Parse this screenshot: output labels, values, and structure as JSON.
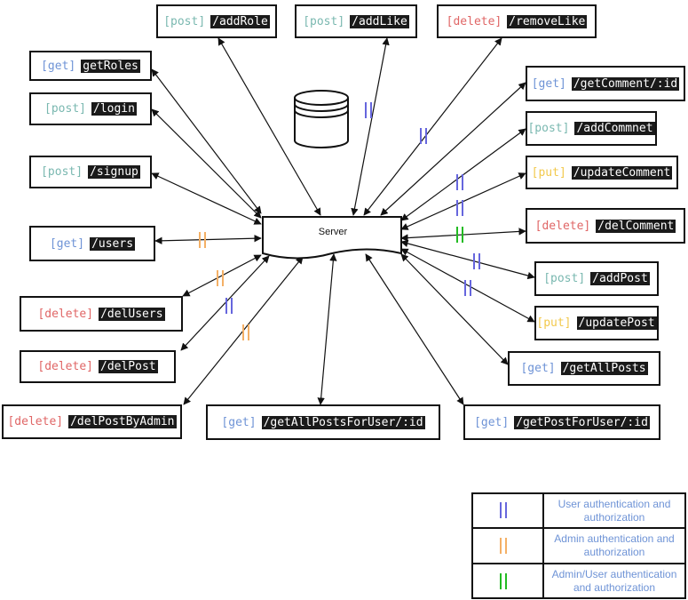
{
  "server": {
    "label": "Server"
  },
  "colors": {
    "get": "#6e93d6",
    "post": "#7ab8b0",
    "put": "#f2c94c",
    "delete": "#e06666",
    "user_auth": "#6666dd",
    "admin_auth": "#f4b066",
    "admin_user_auth": "#22bb22"
  },
  "endpoints": [
    {
      "method": "[post]",
      "path": "/addRole",
      "method_class": "post"
    },
    {
      "method": "[post]",
      "path": "/addLike",
      "method_class": "post"
    },
    {
      "method": "[delete]",
      "path": "/removeLike",
      "method_class": "delete"
    },
    {
      "method": "[get]",
      "path": "getRoles",
      "method_class": "get"
    },
    {
      "method": "[post]",
      "path": "/login",
      "method_class": "post"
    },
    {
      "method": "[post]",
      "path": "/signup",
      "method_class": "post"
    },
    {
      "method": "[get]",
      "path": "/users",
      "method_class": "get"
    },
    {
      "method": "[delete]",
      "path": "/delUsers",
      "method_class": "delete"
    },
    {
      "method": "[delete]",
      "path": "/delPost",
      "method_class": "delete"
    },
    {
      "method": "[delete]",
      "path": "/delPostByAdmin",
      "method_class": "delete"
    },
    {
      "method": "[get]",
      "path": "/getAllPostsForUser/:id",
      "method_class": "get"
    },
    {
      "method": "[get]",
      "path": "/getPostForUser/:id",
      "method_class": "get"
    },
    {
      "method": "[get]",
      "path": "/getComment/:id",
      "method_class": "get"
    },
    {
      "method": "[post]",
      "path": "/addCommnet",
      "method_class": "post"
    },
    {
      "method": "[put]",
      "path": "/updateComment",
      "method_class": "put"
    },
    {
      "method": "[delete]",
      "path": "/delComment",
      "method_class": "delete"
    },
    {
      "method": "[post]",
      "path": "/addPost",
      "method_class": "post"
    },
    {
      "method": "[put]",
      "path": "/updatePost",
      "method_class": "put"
    },
    {
      "method": "[get]",
      "path": "/getAllPosts",
      "method_class": "get"
    }
  ],
  "legend": [
    {
      "text": "User authentication and authorization",
      "auth": "user_auth"
    },
    {
      "text": "Admin authentication and authorization",
      "auth": "admin_auth"
    },
    {
      "text": "Admin/User authentication and authorization",
      "auth": "admin_user_auth"
    }
  ]
}
